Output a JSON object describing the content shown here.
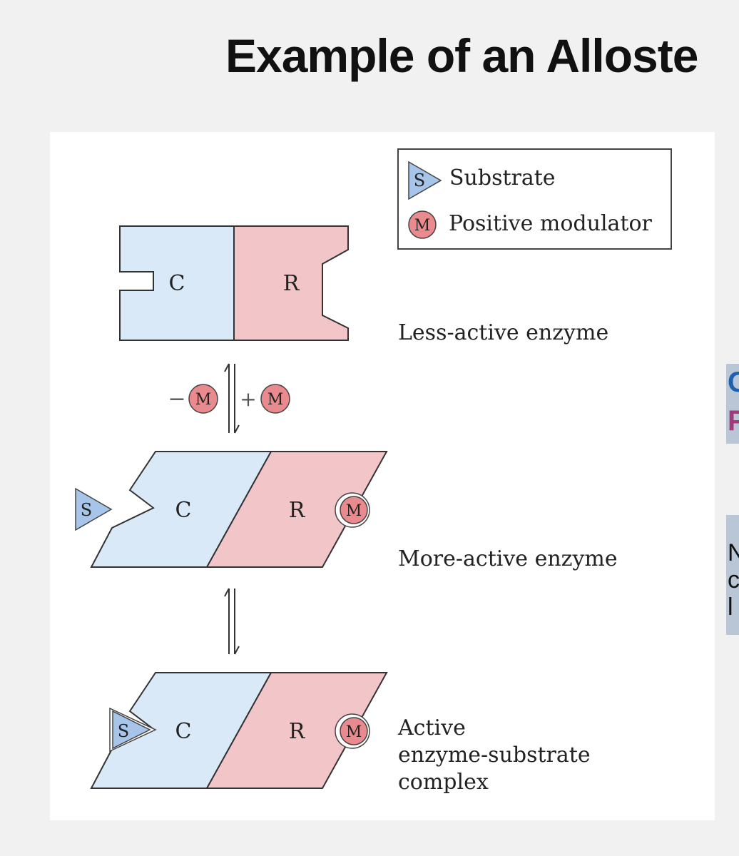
{
  "slide": {
    "title": "Example of an Alloste"
  },
  "legend": {
    "substrate_symbol": "S",
    "substrate_label": "Substrate",
    "modulator_symbol": "M",
    "modulator_label": "Positive modulator"
  },
  "subunits": {
    "catalytic": "C",
    "regulatory": "R"
  },
  "states": [
    {
      "label_lines": [
        "Less-active enzyme"
      ]
    },
    {
      "label_lines": [
        "More-active enzyme"
      ]
    },
    {
      "label_lines": [
        "Active",
        "enzyme-substrate",
        "complex"
      ]
    }
  ],
  "equilibrium": {
    "minus_sign": "−",
    "plus_sign": "+",
    "modulator_symbol": "M"
  },
  "side_panel": {
    "letter_1": "C",
    "letter_2": "P",
    "text_1": "N",
    "text_2": "c",
    "text_3": "l"
  },
  "colors": {
    "catalytic": "#d9e9f8",
    "regulatory": "#f2c5c9",
    "substrate": "#a7c4e9",
    "modulator": "#e98a8e",
    "outline": "#333333",
    "side_blue": "#1f5fb0",
    "side_magenta": "#a3387a"
  }
}
